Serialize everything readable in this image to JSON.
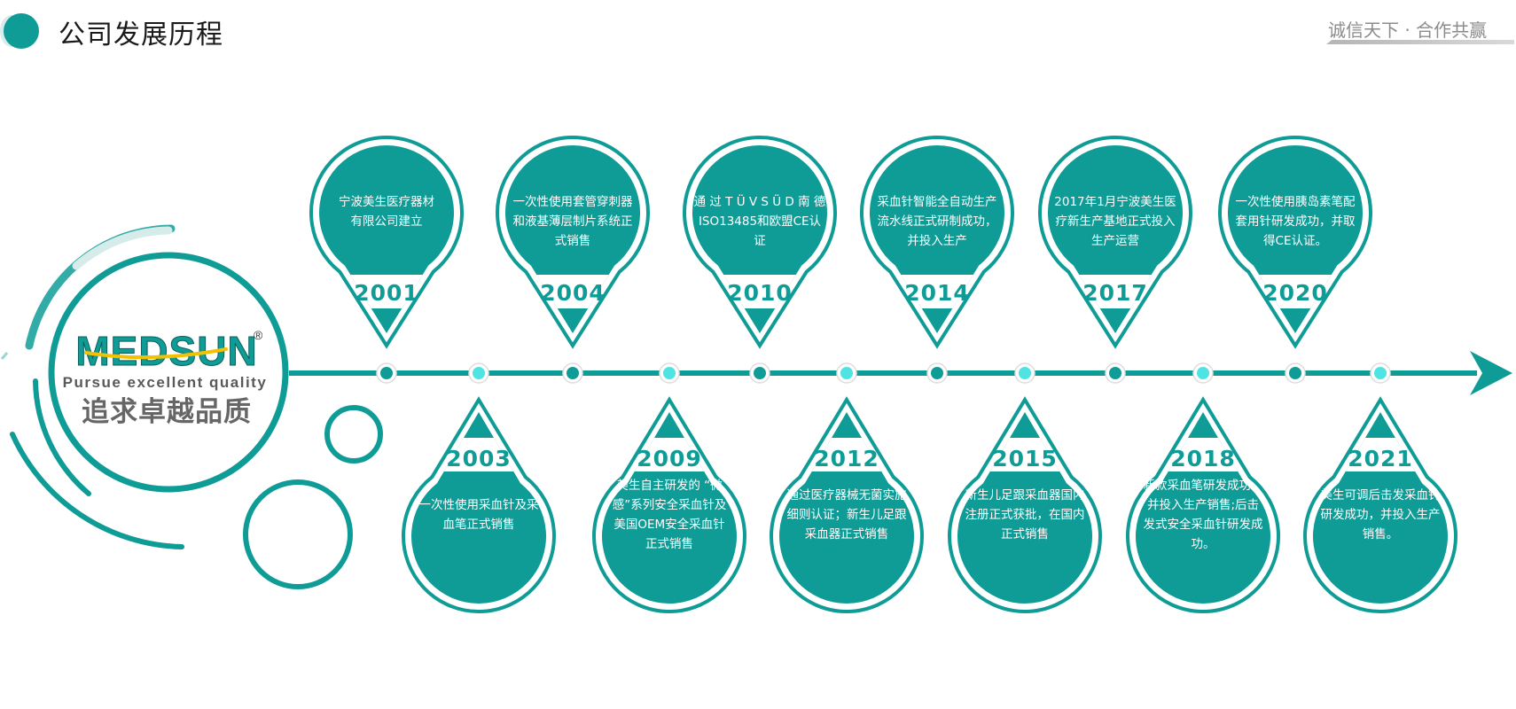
{
  "header": {
    "title": "公司发展历程",
    "slogan": "诚信天下 · 合作共赢"
  },
  "logo": {
    "brand": "MEDSUN",
    "registered": "®",
    "tagline": "Pursue excellent quality",
    "chinese": "追求卓越品质"
  },
  "colors": {
    "primary": "#0f9c96",
    "light_node": "#4fe3e3",
    "dark": "#1a1a1a",
    "gray": "#8c8c8c"
  },
  "milestones": {
    "top": [
      {
        "year": "2001",
        "lines": [
          "宁波美生医疗器材",
          "有限公司建立"
        ]
      },
      {
        "year": "2004",
        "lines": [
          "一次性使用套管穿刺器",
          "和液基薄层制片系统正",
          "式销售"
        ]
      },
      {
        "year": "2010",
        "lines": [
          "通 过 T Ü V S Ü D 南 德",
          "ISO13485和欧盟CE认",
          "证"
        ]
      },
      {
        "year": "2014",
        "lines": [
          "采血针智能全自动生产",
          "流水线正式研制成功，",
          "并投入生产"
        ]
      },
      {
        "year": "2017",
        "lines": [
          "2017年1月宁波美生医",
          "疗新生产基地正式投入",
          "生产运营"
        ]
      },
      {
        "year": "2020",
        "lines": [
          "一次性使用胰岛素笔配",
          "套用针研发成功，并取",
          "得CE认证。"
        ]
      }
    ],
    "bottom": [
      {
        "year": "2003",
        "lines": [
          "一次性使用采血针及采",
          "血笔正式销售"
        ]
      },
      {
        "year": "2009",
        "lines": [
          "美生自主研发的 “微",
          "感”系列安全采血针及",
          "美国OEM安全采血针",
          "正式销售"
        ]
      },
      {
        "year": "2012",
        "lines": [
          "通过医疗器械无菌实施",
          "细则认证；新生儿足跟",
          "采血器正式销售"
        ]
      },
      {
        "year": "2015",
        "lines": [
          "新生儿足跟采血器国内",
          "注册正式获批，在国内",
          "正式销售"
        ]
      },
      {
        "year": "2018",
        "lines": [
          "新款采血笔研发成功，",
          "并投入生产销售;后击",
          "发式安全采血针研发成",
          "功。"
        ]
      },
      {
        "year": "2021",
        "lines": [
          "美生可调后击发采血针",
          "研发成功，并投入生产",
          "销售。"
        ]
      }
    ]
  }
}
